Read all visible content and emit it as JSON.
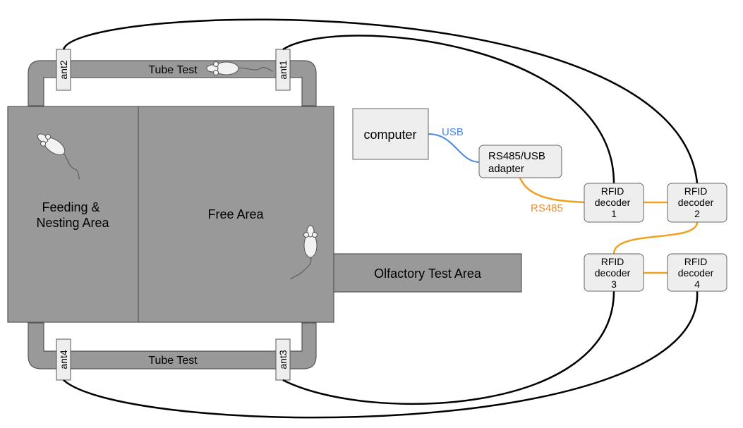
{
  "areas": {
    "feeding_nesting": [
      "Feeding &",
      "Nesting Area"
    ],
    "free": "Free Area",
    "olfactory": "Olfactory Test Area"
  },
  "tubes": {
    "top": "Tube Test",
    "bottom": "Tube Test"
  },
  "antennas": {
    "ant1": "ant1",
    "ant2": "ant2",
    "ant3": "ant3",
    "ant4": "ant4"
  },
  "devices": {
    "computer": "computer",
    "adapter": [
      "RS485/USB",
      "adapter"
    ],
    "decoder1": [
      "RFID",
      "decoder",
      "1"
    ],
    "decoder2": [
      "RFID",
      "decoder",
      "2"
    ],
    "decoder3": [
      "RFID",
      "decoder",
      "3"
    ],
    "decoder4": [
      "RFID",
      "decoder",
      "4"
    ]
  },
  "connections": {
    "usb": "USB",
    "rs485": "RS485"
  },
  "colors": {
    "area_fill": "#999999",
    "area_stroke": "#555555",
    "device_fill": "#eeeeee",
    "usb_line": "#4a86e8",
    "rs485_line": "#f1a01e",
    "rs485_label": "#e69138",
    "cable": "#000000",
    "mouse": "#f2f2f2"
  },
  "icons": [
    "mouse-icon"
  ]
}
